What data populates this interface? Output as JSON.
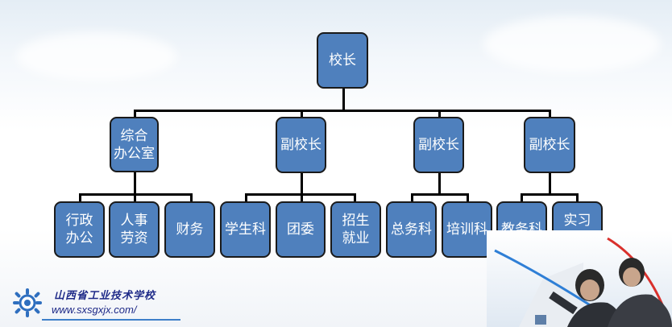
{
  "org_chart": {
    "root": "校长",
    "level1": [
      "综合\n办公室",
      "副校长",
      "副校长",
      "副校长"
    ],
    "level2": {
      "office": [
        "行政\n办公",
        "人事\n劳资",
        "财务"
      ],
      "vp1": [
        "学生科",
        "团委",
        "招生\n就业"
      ],
      "vp2": [
        "总务科",
        "培训科"
      ],
      "vp3": [
        "教务科",
        "实习\n实训"
      ]
    }
  },
  "logo": {
    "school_name": "山西省工业技术学校",
    "url": "www.sxsgxjx.com/"
  },
  "colors": {
    "node_fill": "#4f80bd",
    "node_border": "#1a1a1a",
    "connector": "#000000",
    "logo_text": "#1e2a88"
  }
}
